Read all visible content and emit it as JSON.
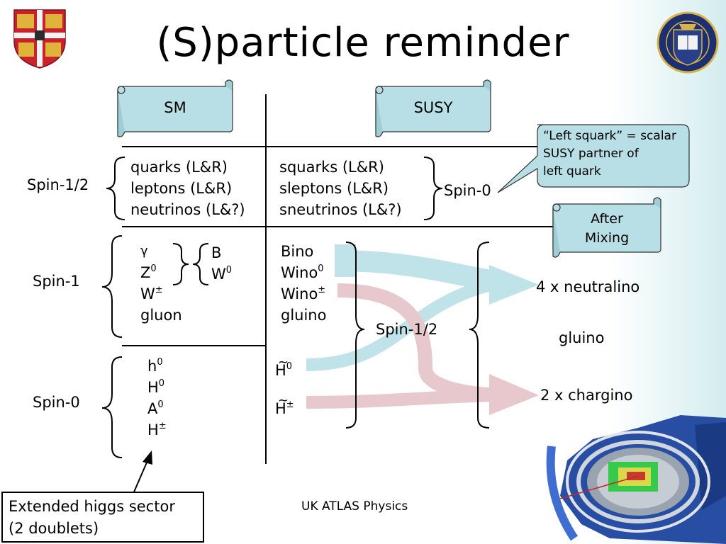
{
  "title": "(S)particle reminder",
  "headers": {
    "sm": "SM",
    "susy": "SUSY"
  },
  "callout": [
    "“Left squark” = scalar",
    "SUSY partner of",
    "left quark"
  ],
  "after_mixing": [
    "After",
    "Mixing"
  ],
  "spin_labels": {
    "half_left": "Spin-1/2",
    "one_left": "Spin-1",
    "zero_left": "Spin-0",
    "zero_right": "Spin-0",
    "half_mid": "Spin-1/2"
  },
  "fermions_sm": [
    "quarks (L&R)",
    "leptons (L&R)",
    "neutrinos (L&?)"
  ],
  "fermions_susy": [
    "squarks (L&R)",
    "sleptons (L&R)",
    "sneutrinos (L&?)"
  ],
  "bosons_sm": {
    "gamma": "γ",
    "z": "Z",
    "z_sup": "0",
    "w": "W",
    "w_sup": "±",
    "gluon": "gluon"
  },
  "bosons_unmixed": {
    "b": "B",
    "w": "W",
    "w_sup": "0"
  },
  "gauginos": {
    "bino": "Bino",
    "wino0": "Wino",
    "wino0_sup": "0",
    "winopm": "Wino",
    "winopm_sup": "±",
    "gluino": "gluino"
  },
  "higgs": {
    "h0": "h",
    "h0_sup": "0",
    "H0": "H",
    "H0_sup": "0",
    "A0": "A",
    "A0_sup": "0",
    "Hpm": "H",
    "Hpm_sup": "±"
  },
  "higgsinos": {
    "h0": "H",
    "h0_tilde": "~",
    "h0_sup": "0",
    "hpm": "H",
    "hpm_tilde": "~",
    "hpm_sup": "±"
  },
  "results": {
    "neutralino": "4 x neutralino",
    "gluino": "gluino",
    "chargino": "2 x chargino"
  },
  "higgs_box": [
    "Extended higgs sector",
    "(2 doublets)"
  ],
  "footer": "UK ATLAS Physics",
  "colors": {
    "scroll": "#b9dfe6",
    "blue_arrow": "#bfe3e8",
    "pink_arrow": "#e6c8cd"
  }
}
